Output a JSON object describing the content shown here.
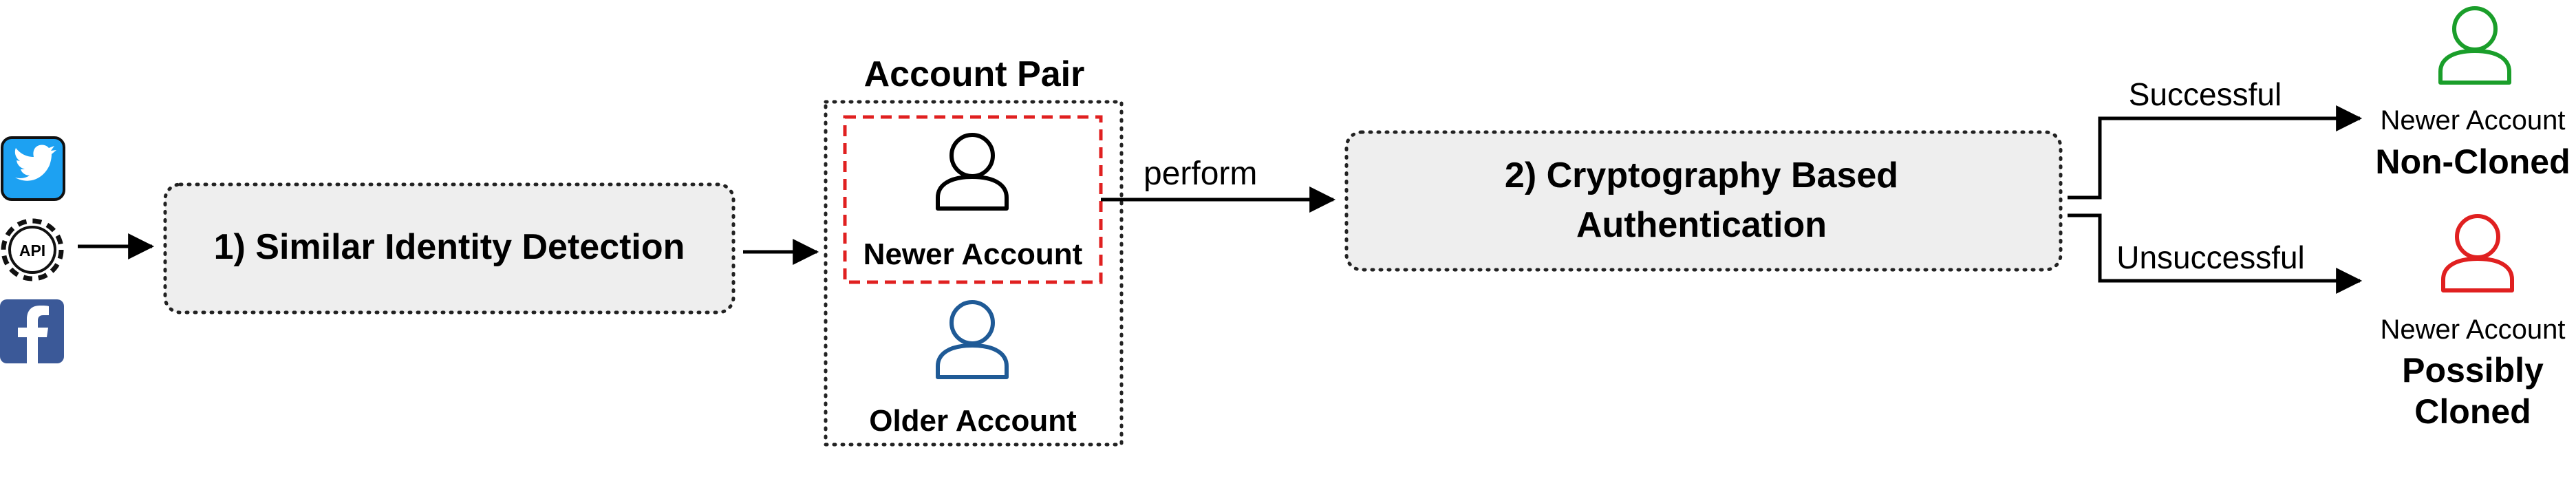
{
  "account_pair": {
    "title": "Account Pair",
    "newer_label": "Newer Account",
    "older_label": "Older Account"
  },
  "steps": {
    "step1": "1) Similar Identity Detection",
    "step2_line1": "2) Cryptography Based",
    "step2_line2": "Authentication"
  },
  "edges": {
    "perform": "perform",
    "successful": "Successful",
    "unsuccessful": "Unsuccessful"
  },
  "outcomes": {
    "success_caption": "Newer Account",
    "success_result": "Non-Cloned",
    "fail_caption": "Newer Account",
    "fail_result_line1": "Possibly",
    "fail_result_line2": "Cloned"
  },
  "source_icons": {
    "api_text": "API",
    "icons": [
      "twitter-icon",
      "api-gear-icon",
      "facebook-icon"
    ]
  },
  "colors": {
    "box_fill": "#eeeeee",
    "highlight_border": "#e02020",
    "older_user": "#1f5a96",
    "success_user": "#1a9e2a",
    "fail_user": "#e02020",
    "twitter_blue": "#1da1f2",
    "facebook_blue": "#3b5998"
  }
}
